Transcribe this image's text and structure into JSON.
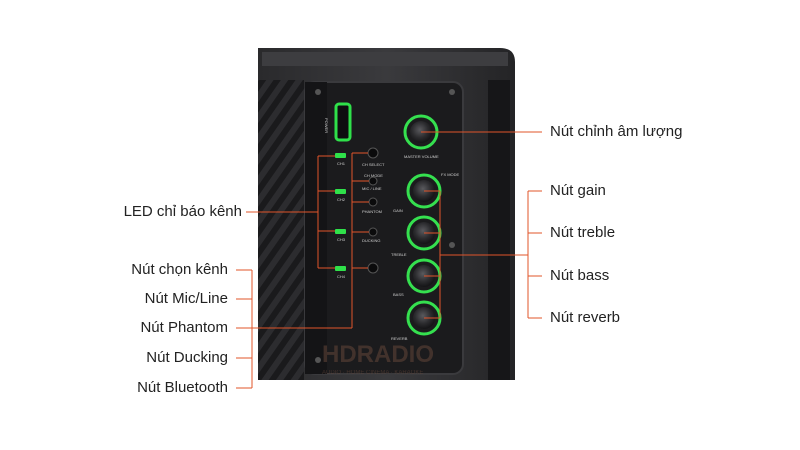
{
  "colors": {
    "leader": "#e0542a",
    "panel": "#1b1b1d",
    "led_green": "#2fe14a",
    "knob_ring": "#35e04f"
  },
  "callouts_right": {
    "master_volume": "Nút chỉnh âm lượng",
    "gain": "Nút gain",
    "treble": "Nút treble",
    "bass": "Nút bass",
    "reverb": "Nút reverb"
  },
  "callouts_left": {
    "led": "LED chỉ báo kênh",
    "channel_select": "Nút chọn kênh",
    "mic_line": "Nút Mic/Line",
    "phantom": "Nút Phantom",
    "ducking": "Nút Ducking",
    "bluetooth": "Nút Bluetooth"
  },
  "panel_labels": {
    "power": "POWER",
    "ch1": "CH1",
    "ch2": "CH2",
    "ch3": "CH3",
    "ch4": "CH4",
    "ch_select": "CH SELECT",
    "ch_mode": "CH MODE",
    "mic_line": "MIC / LINE",
    "phantom": "PHANTOM",
    "ducking": "DUCKING",
    "master_volume": "MASTER VOLUME",
    "fx_mode": "FX MODE",
    "gain": "GAIN",
    "treble": "TREBLE",
    "bass": "BASS",
    "reverb": "REVERB"
  },
  "watermark": {
    "brand": "HDRADIO",
    "tagline": "AUDIO · HOME CINEMA · KARAOKE"
  }
}
